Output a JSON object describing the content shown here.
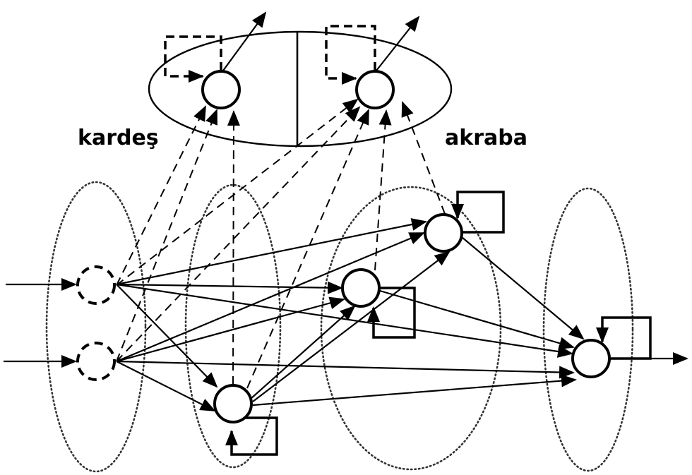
{
  "diagram": {
    "type": "neural-network",
    "labels": {
      "sibling_group": "kardeş",
      "relative_group": "akraba"
    },
    "candidate_units": [
      {
        "id": "kardes",
        "group": "sibling"
      },
      {
        "id": "akraba",
        "group": "relative"
      }
    ],
    "layers": [
      {
        "id": "input",
        "nodes": [
          "in1",
          "in2"
        ],
        "style": "dashed"
      },
      {
        "id": "hidden1",
        "nodes": [
          "h1"
        ]
      },
      {
        "id": "hidden2",
        "nodes": [
          "h2",
          "h3"
        ]
      },
      {
        "id": "output",
        "nodes": [
          "out"
        ]
      }
    ],
    "connections": [
      [
        "in1",
        "h1"
      ],
      [
        "in1",
        "h2"
      ],
      [
        "in1",
        "h3"
      ],
      [
        "in1",
        "out"
      ],
      [
        "in2",
        "h1"
      ],
      [
        "in2",
        "h2"
      ],
      [
        "in2",
        "h3"
      ],
      [
        "in2",
        "out"
      ],
      [
        "h1",
        "h2"
      ],
      [
        "h1",
        "h3"
      ],
      [
        "h1",
        "out"
      ],
      [
        "h2",
        "out"
      ],
      [
        "h3",
        "out"
      ]
    ],
    "self_loops": [
      "h1",
      "h2",
      "h3",
      "out",
      "kardes",
      "akraba"
    ],
    "colors": {
      "line": "#000000",
      "layer_outline": "#333333",
      "background": "#ffffff"
    }
  }
}
